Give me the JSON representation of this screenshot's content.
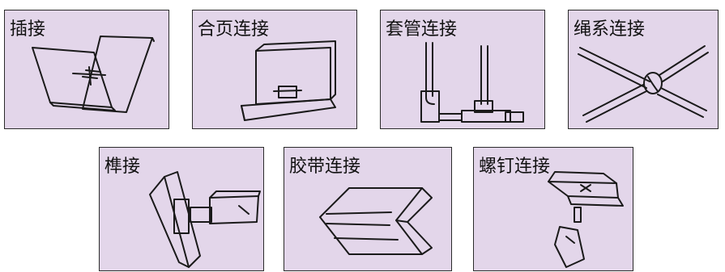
{
  "panels": [
    {
      "label": "插接",
      "icon": "slot-joint-icon"
    },
    {
      "label": "合页连接",
      "icon": "hinge-joint-icon"
    },
    {
      "label": "套管连接",
      "icon": "sleeve-joint-icon"
    },
    {
      "label": "绳系连接",
      "icon": "rope-tie-joint-icon"
    },
    {
      "label": "榫接",
      "icon": "tenon-joint-icon"
    },
    {
      "label": "胶带连接",
      "icon": "tape-joint-icon"
    },
    {
      "label": "螺钉连接",
      "icon": "screw-joint-icon"
    }
  ],
  "colors": {
    "panel_bg": "#e3d6ea",
    "border": "#2b2b2b",
    "ink": "#1a1a1a"
  }
}
